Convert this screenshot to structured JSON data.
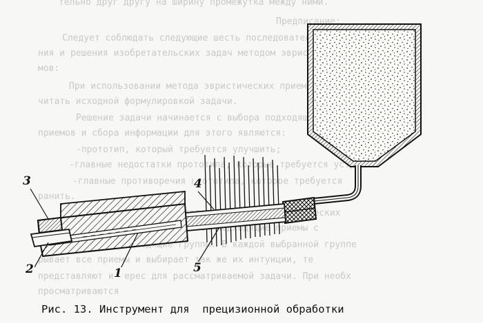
{
  "background_text": [
    "тельно друг другу на ширину промежутка между ними.",
    "Предписание:",
    "Следует соблюдать следующие шесть последовательных этапов",
    "ния и решения изобретательских задач методом эвристических",
    "мов:",
    "При использовании метода эвристических приемов можно",
    "читать исходной формулировкой задачи.",
    "Решение задачи начинается с выбора подходящих эвристи",
    "приемов и сбора информации для этого являются:",
    "-прототип, который требуется улучшить;",
    "-главные недостатки прототипа, которые требуется устрани",
    "-главные противоречия прототипа, которое требуется",
    "ранить.",
    "Исходя из этого определяется группа эвристических",
    "ристических приемов и выбираются подходящие приемы с",
    "ними) наиболее подходящие группы. В каждой выбранной группе",
    "рывает все приемы и выбирает так же их интуиции, те",
    "представляют интерес для рассматриваемой задачи. При необх",
    "просматриваются"
  ],
  "labels": {
    "l1": "1",
    "l2": "2",
    "l3": "3",
    "l4": "4",
    "l5": "5"
  },
  "caption": "Рис. 13. Инструмент для  прецизионной обработки"
}
